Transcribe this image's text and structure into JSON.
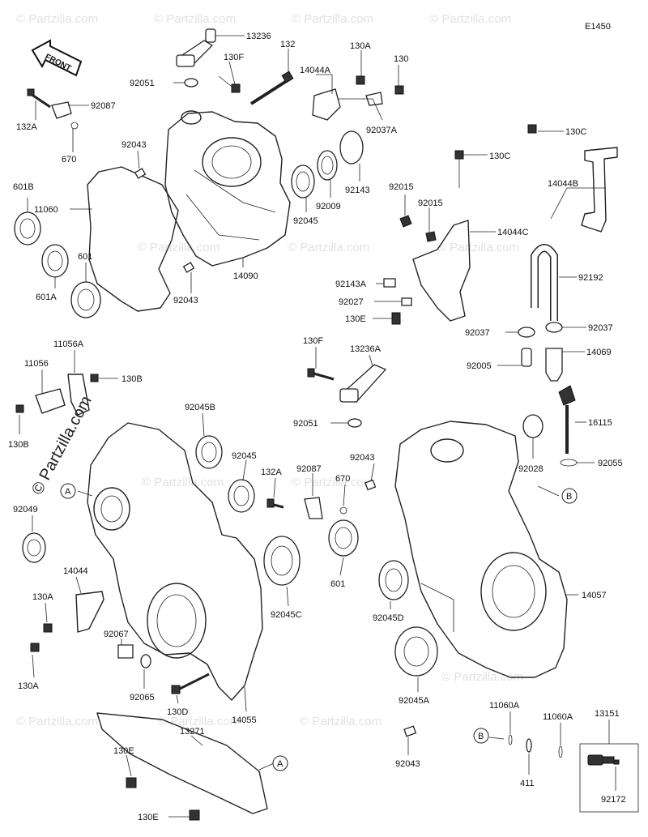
{
  "diagram": {
    "code": "E1450",
    "front_label": "FRONT",
    "watermark": "© Partzilla.com",
    "watermark_repeat": "© Partzilla.com"
  },
  "parts": [
    {
      "id": "p13236",
      "num": "13236"
    },
    {
      "id": "p132",
      "num": "132"
    },
    {
      "id": "p130F_top",
      "num": "130F"
    },
    {
      "id": "p130A_top",
      "num": "130A"
    },
    {
      "id": "p130_top",
      "num": "130"
    },
    {
      "id": "p14044A",
      "num": "14044A"
    },
    {
      "id": "p92051_top",
      "num": "92051"
    },
    {
      "id": "p92087_top",
      "num": "92087"
    },
    {
      "id": "p132A_top",
      "num": "132A"
    },
    {
      "id": "p670_top",
      "num": "670"
    },
    {
      "id": "p92043_top",
      "num": "92043"
    },
    {
      "id": "p92037A",
      "num": "92037A"
    },
    {
      "id": "p601B",
      "num": "601B"
    },
    {
      "id": "p11060",
      "num": "11060"
    },
    {
      "id": "p92143",
      "num": "92143"
    },
    {
      "id": "p92009",
      "num": "92009"
    },
    {
      "id": "p92045_top",
      "num": "92045"
    },
    {
      "id": "p601",
      "num": "601"
    },
    {
      "id": "p601A",
      "num": "601A"
    },
    {
      "id": "p92043_mid",
      "num": "92043"
    },
    {
      "id": "p14090",
      "num": "14090"
    },
    {
      "id": "p130C_a",
      "num": "130C"
    },
    {
      "id": "p130C_b",
      "num": "130C"
    },
    {
      "id": "p14044B",
      "num": "14044B"
    },
    {
      "id": "p92015_a",
      "num": "92015"
    },
    {
      "id": "p92015_b",
      "num": "92015"
    },
    {
      "id": "p14044C",
      "num": "14044C"
    },
    {
      "id": "p92192",
      "num": "92192"
    },
    {
      "id": "p92143A",
      "num": "92143A"
    },
    {
      "id": "p92027",
      "num": "92027"
    },
    {
      "id": "p130E_mid",
      "num": "130E"
    },
    {
      "id": "p92037_a",
      "num": "92037"
    },
    {
      "id": "p92037_b",
      "num": "92037"
    },
    {
      "id": "p14069",
      "num": "14069"
    },
    {
      "id": "p130F_mid",
      "num": "130F"
    },
    {
      "id": "p13236A",
      "num": "13236A"
    },
    {
      "id": "p92005",
      "num": "92005"
    },
    {
      "id": "p11056A",
      "num": "11056A"
    },
    {
      "id": "p11056",
      "num": "11056"
    },
    {
      "id": "p130B_a",
      "num": "130B"
    },
    {
      "id": "p130B_b",
      "num": "130B"
    },
    {
      "id": "p92045B",
      "num": "92045B"
    },
    {
      "id": "p92051_mid",
      "num": "92051"
    },
    {
      "id": "p16115",
      "num": "16115"
    },
    {
      "id": "p92043_low",
      "num": "92043"
    },
    {
      "id": "p92028",
      "num": "92028"
    },
    {
      "id": "p92055",
      "num": "92055"
    },
    {
      "id": "p92045_mid",
      "num": "92045"
    },
    {
      "id": "p132A_mid",
      "num": "132A"
    },
    {
      "id": "p92087_mid",
      "num": "92087"
    },
    {
      "id": "p670_mid",
      "num": "670"
    },
    {
      "id": "p92049",
      "num": "92049"
    },
    {
      "id": "p14044",
      "num": "14044"
    },
    {
      "id": "p130A_a",
      "num": "130A"
    },
    {
      "id": "p130A_b",
      "num": "130A"
    },
    {
      "id": "p92045C",
      "num": "92045C"
    },
    {
      "id": "p601_mid",
      "num": "601"
    },
    {
      "id": "p92045D",
      "num": "92045D"
    },
    {
      "id": "p14057",
      "num": "14057"
    },
    {
      "id": "p92067",
      "num": "92067"
    },
    {
      "id": "p92065",
      "num": "92065"
    },
    {
      "id": "p130D",
      "num": "130D"
    },
    {
      "id": "p14055",
      "num": "14055"
    },
    {
      "id": "p92045A",
      "num": "92045A"
    },
    {
      "id": "p11060A_a",
      "num": "11060A"
    },
    {
      "id": "p11060A_b",
      "num": "11060A"
    },
    {
      "id": "p13151",
      "num": "13151"
    },
    {
      "id": "p13271",
      "num": "13271"
    },
    {
      "id": "p130E_a",
      "num": "130E"
    },
    {
      "id": "p130E_b",
      "num": "130E"
    },
    {
      "id": "p92043_bot",
      "num": "92043"
    },
    {
      "id": "p411",
      "num": "411"
    },
    {
      "id": "p92172",
      "num": "92172"
    }
  ],
  "callouts": {
    "a1": "A",
    "a2": "A",
    "b1": "B",
    "b2": "B"
  }
}
